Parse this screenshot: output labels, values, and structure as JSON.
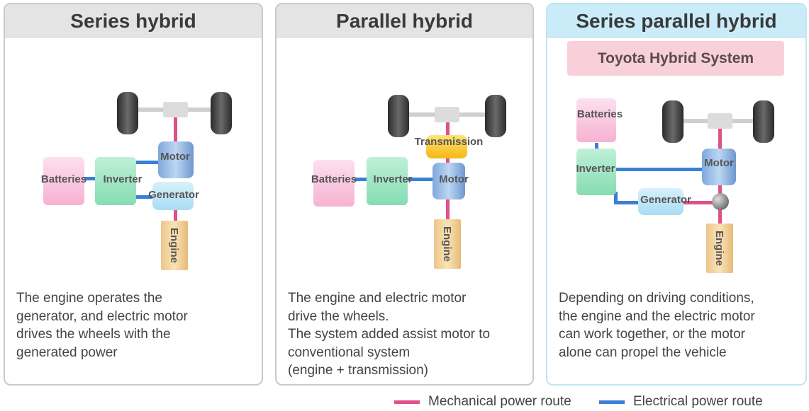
{
  "panels": {
    "series": {
      "title": "Series hybrid",
      "labels": {
        "motor": "Motor",
        "batteries": "Batteries",
        "inverter": "Inverter",
        "generator": "Generator",
        "engine": "Engine"
      },
      "description": [
        "The engine operates the",
        "generator, and electric motor",
        "drives the wheels with the",
        "generated power"
      ]
    },
    "parallel": {
      "title": "Parallel hybrid",
      "labels": {
        "transmission": "Transmission",
        "batteries": "Batteries",
        "inverter": "Inverter",
        "motor": "Motor",
        "engine": "Engine"
      },
      "description": [
        "The engine and electric motor",
        "drive the wheels.",
        "The system added assist motor to",
        "conventional system",
        "(engine + transmission)"
      ]
    },
    "series_parallel": {
      "title": "Series parallel hybrid",
      "subtitle": "Toyota Hybrid System",
      "labels": {
        "batteries": "Batteries",
        "inverter": "Inverter",
        "motor": "Motor",
        "generator": "Generator",
        "engine": "Engine"
      },
      "description": [
        "Depending on driving conditions,",
        "the engine and the electric motor",
        "can work together, or the motor",
        "alone can propel the vehicle"
      ]
    }
  },
  "legend": {
    "mechanical": {
      "label": "Mechanical power route",
      "color": "#e0508a"
    },
    "electrical": {
      "label": "Electrical power route",
      "color": "#3b7fd6"
    }
  }
}
